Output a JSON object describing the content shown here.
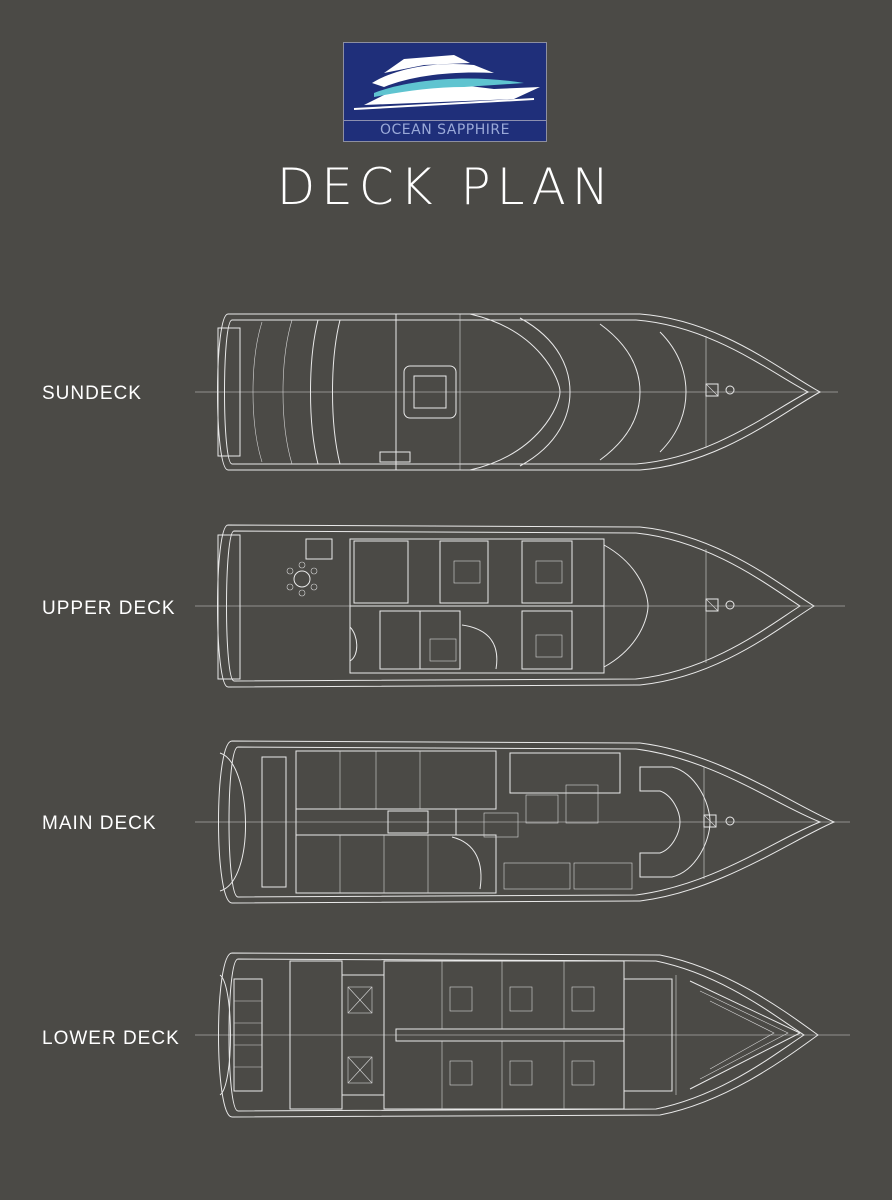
{
  "brand": {
    "name": "OCEAN SAPPHIRE",
    "logo_icon": "yacht-logo-icon",
    "colors": {
      "logo_bg": "#1f2f7a",
      "logo_accent": "#5fc4d0",
      "logo_text": "#9aa9d8"
    }
  },
  "title": "DECK PLAN",
  "colors": {
    "background": "#4b4a46",
    "line": "#e9e9e9",
    "text": "#ffffff"
  },
  "decks": [
    {
      "id": "sundeck",
      "label": "SUNDECK"
    },
    {
      "id": "upper-deck",
      "label": "UPPER DECK"
    },
    {
      "id": "main-deck",
      "label": "MAIN DECK"
    },
    {
      "id": "lower-deck",
      "label": "LOWER DECK"
    }
  ]
}
